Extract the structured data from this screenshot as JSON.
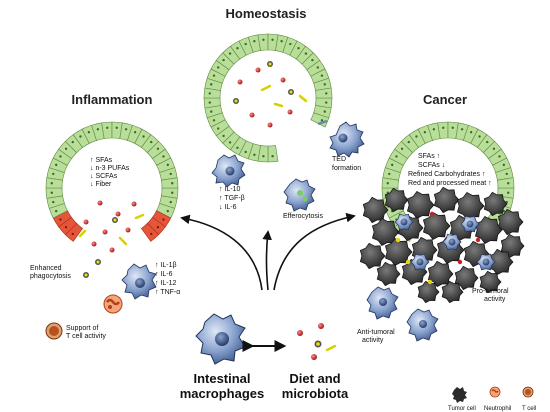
{
  "panels": {
    "homeostasis": {
      "title": "Homeostasis",
      "ted_label": [
        "TED",
        "formation"
      ],
      "cytokines": [
        "↑ IL-10",
        "↑ TGF-β",
        "↓ IL-6"
      ],
      "efferocytosis_label": "Efferocytosis"
    },
    "inflammation": {
      "title": "Inflammation",
      "diet_factors": [
        "↑ SFAs",
        "↓ n-3 PUFAs",
        "↓ SCFAs",
        "↓ Fiber"
      ],
      "cytokines": [
        "↑ IL-1β",
        "↑ IL-6",
        "↑ IL-12",
        "↑ TNF-α"
      ],
      "phagocytosis_label": [
        "Enhanced",
        "phagocytosis"
      ],
      "tcell_label": [
        "Support of",
        "T cell activity"
      ]
    },
    "cancer": {
      "title": "Cancer",
      "diet_factors": [
        "SFAs ↑",
        "SCFAs ↓",
        "Refined Carbohydrates ↑",
        "Red and processed meat ↑"
      ],
      "protumoral_label": [
        "Pro-tumoral",
        "activity"
      ],
      "antitumoral_label": [
        "Anti-tumoral",
        "activity"
      ]
    }
  },
  "center": {
    "macrophages_label": [
      "Intestinal",
      "macrophages"
    ],
    "diet_label": [
      "Diet and",
      "microbiota"
    ]
  },
  "legend": {
    "items": [
      "Tumor cell",
      "Neutrophil",
      "T cell"
    ]
  },
  "colors": {
    "epithelium": "#b9de9a",
    "epithelium_stroke": "#5d8a3e",
    "inflamed": "#e6553a",
    "macrophage": "#7e98c8",
    "tumor": "#3a3a3a",
    "neutrophil": "#e8692c",
    "tcell": "#b5531e"
  }
}
